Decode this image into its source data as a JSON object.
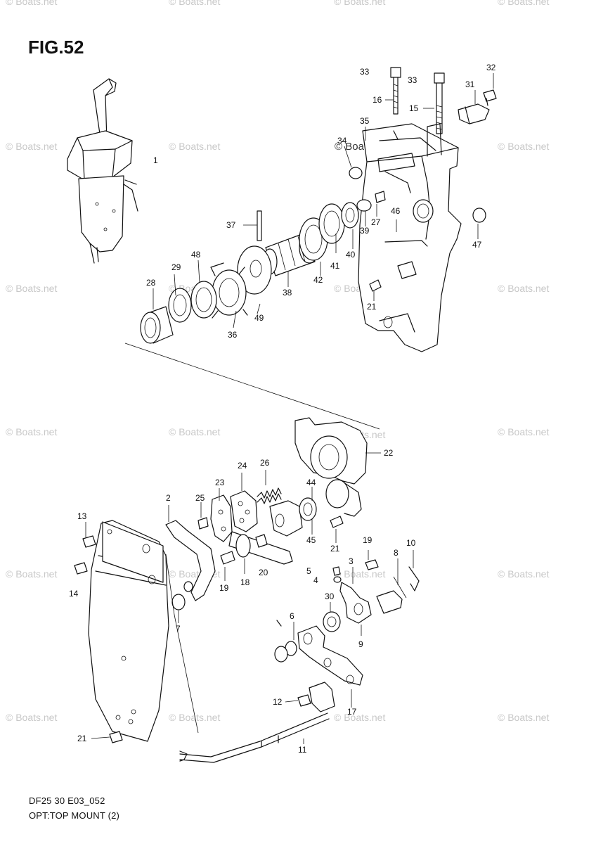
{
  "figure": {
    "title": "FIG.52",
    "diagram_code": "DF25 30 E03_052",
    "caption": "OPT:TOP MOUNT (2)"
  },
  "watermark": {
    "text": "© Boats.net",
    "overlay_text": "© Boats.net"
  },
  "callouts": [
    "1",
    "2",
    "3",
    "4",
    "5",
    "6",
    "7",
    "8",
    "9",
    "10",
    "11",
    "12",
    "13",
    "14",
    "15",
    "16",
    "17",
    "18",
    "19",
    "19",
    "20",
    "21",
    "21",
    "21",
    "22",
    "23",
    "24",
    "25",
    "26",
    "27",
    "28",
    "29",
    "30",
    "31",
    "32",
    "33",
    "33",
    "34",
    "35",
    "36",
    "37",
    "38",
    "39",
    "40",
    "41",
    "42",
    "44",
    "45",
    "46",
    "47",
    "48",
    "49"
  ]
}
